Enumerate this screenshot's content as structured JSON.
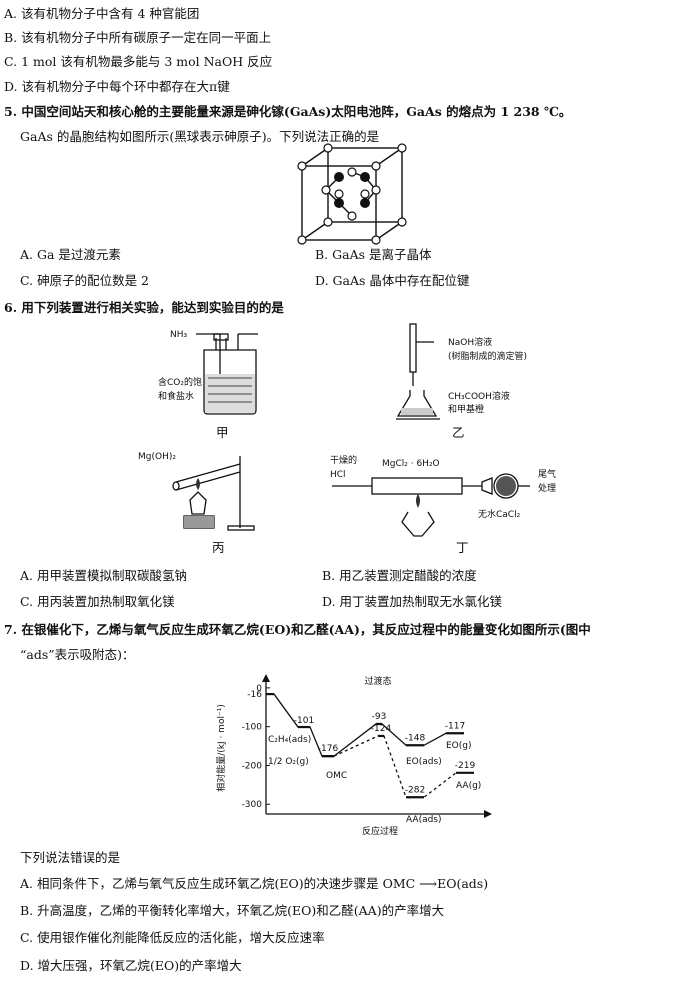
{
  "q4": {
    "optA": "A. 该有机物分子中含有 4 种官能团",
    "optB": "B. 该有机物分子中所有碳原子一定在同一平面上",
    "optC": "C. 1 mol 该有机物最多能与 3 mol NaOH 反应",
    "optD": "D. 该有机物分子中每个环中都存在大π键"
  },
  "q5": {
    "stem1": "5. 中国空间站天和核心舱的主要能量来源是砷化镓(GaAs)太阳电池阵，GaAs 的熔点为 1 238 ℃。",
    "stem2": "GaAs 的晶胞结构如图所示(黑球表示砷原子)。下列说法正确的是",
    "optA": "A. Ga 是过渡元素",
    "optB": "B. GaAs 是离子晶体",
    "optC": "C. 砷原子的配位数是 2",
    "optD": "D. GaAs 晶体中存在配位键"
  },
  "q6": {
    "stem": "6. 用下列装置进行相关实验，能达到实验目的的是",
    "jia": {
      "gas": "NH₃",
      "liquid1": "含CO₂的饱",
      "liquid2": "和食盐水",
      "caption": "甲"
    },
    "yi": {
      "top1": "NaOH溶液",
      "top2": "(树脂制成的滴定管)",
      "bot1": "CH₃COOH溶液",
      "bot2": "和甲基橙",
      "caption": "乙"
    },
    "bing": {
      "solid": "Mg(OH)₂",
      "caption": "丙"
    },
    "ding": {
      "gas1": "干燥的",
      "gas2": "HCl",
      "salt": "MgCl₂ · 6H₂O",
      "tail1": "尾气",
      "tail2": "处理",
      "dryer": "无水CaCl₂",
      "caption": "丁"
    },
    "optA": "A. 用甲装置模拟制取碳酸氢钠",
    "optB": "B. 用乙装置测定醋酸的浓度",
    "optC": "C. 用丙装置加热制取氧化镁",
    "optD": "D. 用丁装置加热制取无水氯化镁"
  },
  "q7": {
    "stem1": "7. 在银催化下，乙烯与氧气反应生成环氧乙烷(EO)和乙醛(AA)，其反应过程中的能量变化如图所示(图中",
    "stem2": "“ads”表示吸附态)：",
    "question": "下列说法错误的是",
    "optA": "A. 相同条件下，乙烯与氧气反应生成环氧乙烷(EO)的决速步骤是 OMC ⟶EO(ads)",
    "optB": "B. 升高温度，乙烯的平衡转化率增大，环氧乙烷(EO)和乙醛(AA)的产率增大",
    "optC": "C. 使用银作催化剂能降低反应的活化能，增大反应速率",
    "optD": "D. 增大压强，环氧乙烷(EO)的产率增大"
  },
  "chart_data": {
    "type": "line",
    "xlabel": "反应过程",
    "ylabel": "相对能量/(kJ · mol⁻¹)",
    "yticks": [
      0,
      -100,
      -200,
      -300
    ],
    "ylim": [
      -320,
      10
    ],
    "start_value": -16,
    "ts_label": "过渡态",
    "labels": {
      "reactant1": "C₂H₄(ads)",
      "reactant2": "1/2 O₂(g)",
      "omc": "OMC",
      "eo_ads": "EO(ads)",
      "eo_g": "EO(g)",
      "aa_ads": "AA(ads)",
      "aa_g": "AA(g)"
    },
    "series": [
      {
        "values": [
          -16,
          -101,
          -176,
          -93,
          -148,
          -117
        ],
        "style": "solid"
      },
      {
        "values": [
          -176,
          -124,
          -282,
          -219
        ],
        "style": "dashed"
      }
    ],
    "value_labels": [
      "-16",
      "-101",
      "-176",
      "-93",
      "-148",
      "-117",
      "-124",
      "-282",
      "-219"
    ]
  }
}
